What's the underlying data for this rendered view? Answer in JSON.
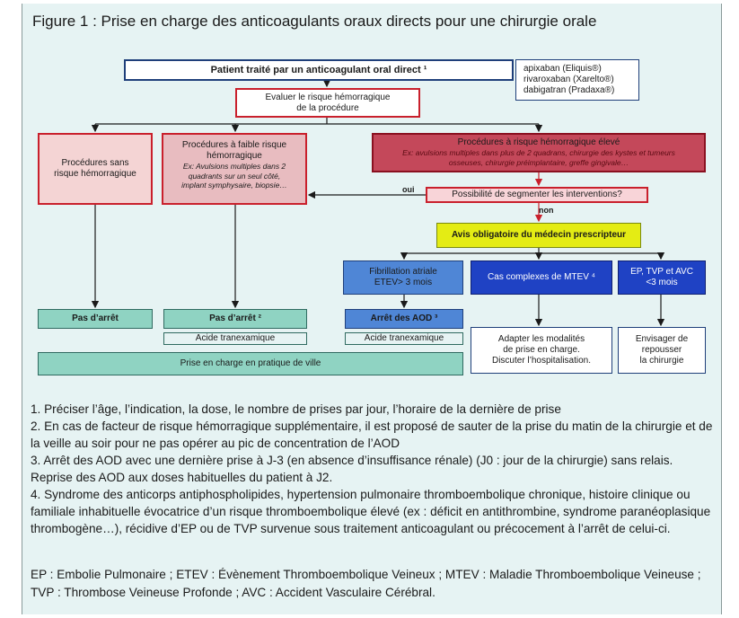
{
  "figure_title": "Figure 1 : Prise en charge des anticoagulants oraux directs pour une chirurgie orale",
  "patient_box": "Patient traité par un anticoagulant oral direct ¹",
  "drugs": [
    "apixaban (Eliquis®)",
    "rivaroxaban (Xarelto®)",
    "dabigatran (Pradaxa®)"
  ],
  "evaluate": {
    "line1": "Evaluer le risque hémorragique",
    "line2": "de la procédure"
  },
  "no_risk": {
    "line1": "Procédures sans",
    "line2": "risque hémorragique"
  },
  "low_risk": {
    "title1": "Procédures à faible risque",
    "title2": "hémorragique",
    "example1": "Ex: Avulsions multiples dans 2",
    "example2": "quadrants sur un seul côté,",
    "example3": "implant symphysaire, biopsie…"
  },
  "high_risk": {
    "title": "Procédures à risque hémorragique élevé",
    "example1": "Ex: avulsions multiples dans plus de 2 quadrans, chirurgie des kystes et tumeurs",
    "example2": "osseuses, chirurgie préimplantaire, greffe gingivale…"
  },
  "segment_question": "Possibilité de segmenter les interventions?",
  "label_oui": "oui",
  "label_non": "non",
  "avis": "Avis obligatoire du médecin prescripteur",
  "fibrillation": {
    "line1": "Fibrillation atriale",
    "line2": "ETEV> 3 mois"
  },
  "mtev": "Cas complexes de MTEV ⁴",
  "ep": {
    "line1": "EP, TVP et AVC",
    "line2": "<3 mois"
  },
  "pas_arret_1": "Pas d’arrêt",
  "pas_arret_2": "Pas d’arrêt ²",
  "arret_aod": "Arrêt des AOD ³",
  "acide_1": "Acide tranexamique",
  "acide_2": "Acide tranexamique",
  "prise_en_charge": "Prise en charge en pratique de ville",
  "adapter": {
    "line1": "Adapter les modalités",
    "line2": "de prise en charge.",
    "line3": "Discuter l’hospitalisation."
  },
  "envisager": {
    "line1": "Envisager de",
    "line2": "repousser",
    "line3": "la chirurgie"
  },
  "notes": [
    "1. Préciser l’âge, l’indication, la dose, le nombre de prises par jour, l’horaire de la dernière de prise",
    "2. En cas de facteur de risque hémorragique supplémentaire, il est proposé de sauter de la prise du matin de la chirurgie et de la veille au soir pour ne pas opérer au pic de concentration de l’AOD",
    "3. Arrêt des AOD avec une dernière prise à J-3 (en absence d’insuffisance rénale) (J0 : jour de la chirurgie) sans relais. Reprise des AOD aux doses habituelles du patient à J2.",
    "4. Syndrome des anticorps antiphospholipides, hypertension pulmonaire thromboembolique chronique, histoire clinique ou familiale inhabituelle évocatrice d’un risque thromboembolique élevé (ex : déficit en antithrombine, syndrome paranéoplasique thrombogène…), récidive d’EP ou de TVP survenue sous traitement anticoagulant ou précocement à l’arrêt de celui-ci."
  ],
  "abbreviations": "EP : Embolie Pulmonaire ; ETEV : Évènement Thromboembolique Veineux ; MTEV : Maladie Thromboembolique Veineuse ; TVP : Thrombose Veineuse Profonde ; AVC : Accident Vasculaire Cérébral.",
  "colors": {
    "background": "#e6f3f3",
    "red_border": "#c9202c",
    "high_risk_fill": "#c4485a",
    "blue_dark": "#1f42c4",
    "blue_light": "#4f86d6",
    "yellow": "#e4ec14",
    "teal": "#8fd3c2"
  }
}
